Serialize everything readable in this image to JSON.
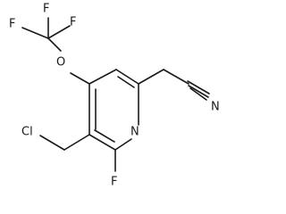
{
  "molecule": {
    "atoms": {
      "F1": "F",
      "F2": "F",
      "F3": "F",
      "O": "O",
      "N_cyano": "N",
      "N_ring": "N",
      "Cl": "Cl",
      "F_ring": "F"
    }
  }
}
